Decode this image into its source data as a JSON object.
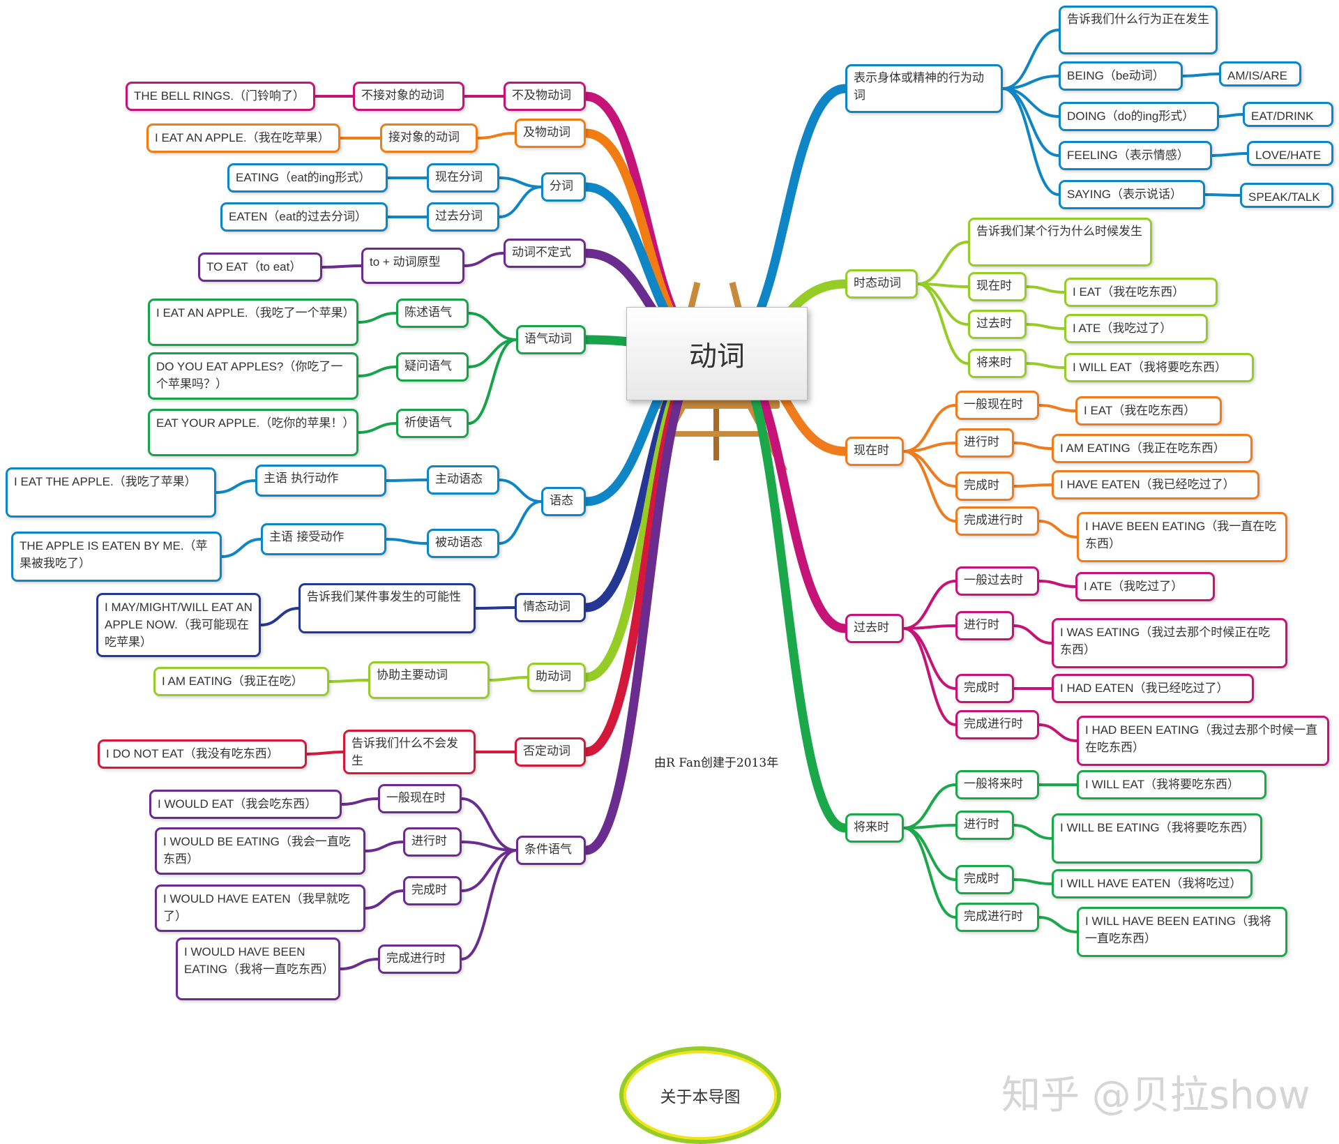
{
  "center": {
    "label": "动词"
  },
  "credit": "由R Fan创建于2013年",
  "about": "关于本导图",
  "watermark": "知乎 @贝拉show",
  "colors": {
    "vinfo": "#0e85c4",
    "tense": "#95cd26",
    "present": "#ef7b1c",
    "past": "#c51377",
    "future": "#1ba84a",
    "intrans": "#c51377",
    "trans": "#f07c12",
    "participle": "#0e85c4",
    "infinitive": "#6a2c8f",
    "mood": "#16a34a",
    "voice": "#0e85c4",
    "modal": "#253794",
    "aux": "#95cd26",
    "neg": "#d4183a",
    "cond": "#6a2c8f"
  },
  "nodes": {
    "intrans": "不及物动词",
    "intrans_d": "不接对象的动词",
    "intrans_e": "THE BELL RINGS.（门铃响了）",
    "trans": "及物动词",
    "trans_d": "接对象的动词",
    "trans_e": "I EAT AN APPLE.（我在吃苹果）",
    "part": "分词",
    "part_pres": "现在分词",
    "part_pres_e": "EATING（eat的ing形式）",
    "part_past": "过去分词",
    "part_past_e": "EATEN（eat的过去分词）",
    "inf": "动词不定式",
    "inf_d": "to + 动词原型",
    "inf_e": "TO EAT（to eat）",
    "mood": "语气动词",
    "mood_ind": "陈述语气",
    "mood_ind_e": "I EAT AN APPLE.（我吃了一个苹果）",
    "mood_int": "疑问语气",
    "mood_int_e": "DO YOU EAT APPLES?（你吃了一个苹果吗？）",
    "mood_imp": "祈使语气",
    "mood_imp_e": "EAT YOUR APPLE.（吃你的苹果！）",
    "voice": "语态",
    "voice_act": "主动语态",
    "voice_act_d": "主语 执行动作",
    "voice_act_e": "I EAT THE APPLE.（我吃了苹果）",
    "voice_pas": "被动语态",
    "voice_pas_d": "主语 接受动作",
    "voice_pas_e": "THE APPLE IS EATEN BY ME.（苹果被我吃了）",
    "modal": "情态动词",
    "modal_d": "告诉我们某件事发生的可能性",
    "modal_e": "I MAY/MIGHT/WILL EAT AN APPLE NOW.（我可能现在吃苹果）",
    "aux": "助动词",
    "aux_d": "协助主要动词",
    "aux_e": "I AM EATING（我正在吃）",
    "neg": "否定动词",
    "neg_d": "告诉我们什么不会发生",
    "neg_e": "I DO NOT EAT（我没有吃东西）",
    "cond": "条件语气",
    "cond_1": "一般现在时",
    "cond_1_e": "I WOULD EAT（我会吃东西）",
    "cond_2": "进行时",
    "cond_2_e": "I WOULD BE EATING（我会一直吃东西）",
    "cond_3": "完成时",
    "cond_3_e": "I WOULD HAVE EATEN（我早就吃了）",
    "cond_4": "完成进行时",
    "cond_4_e": "I WOULD HAVE BEEN EATING（我将一直吃东西）",
    "vinfo": "表示身体或精神的行为动词",
    "vinfo_d": "告诉我们什么行为正在发生",
    "being": "BEING（be动词）",
    "being_e": "AM/IS/ARE",
    "doing": "DOING（do的ing形式）",
    "doing_e": "EAT/DRINK",
    "feeling": "FEELING（表示情感）",
    "feeling_e": "LOVE/HATE",
    "saying": "SAYING（表示说话）",
    "saying_e": "SPEAK/TALK",
    "tense": "时态动词",
    "tense_d": "告诉我们某个行为什么时候发生",
    "tense_pres": "现在时",
    "tense_pres_e": "I EAT（我在吃东西）",
    "tense_past": "过去时",
    "tense_past_e": "I ATE（我吃过了）",
    "tense_fut": "将来时",
    "tense_fut_e": "I WILL EAT（我将要吃东西）",
    "pres": "现在时",
    "pres_1": "一般现在时",
    "pres_1_e": "I EAT（我在吃东西）",
    "pres_2": "进行时",
    "pres_2_e": "I AM EATING（我正在吃东西）",
    "pres_3": "完成时",
    "pres_3_e": "I HAVE EATEN（我已经吃过了）",
    "pres_4": "完成进行时",
    "pres_4_e": "I HAVE BEEN EATING（我一直在吃东西）",
    "past": "过去时",
    "past_1": "一般过去时",
    "past_1_e": "I ATE（我吃过了）",
    "past_2": "进行时",
    "past_2_e": "I WAS EATING（我过去那个时候正在吃东西）",
    "past_3": "完成时",
    "past_3_e": "I HAD EATEN（我已经吃过了）",
    "past_4": "完成进行时",
    "past_4_e": "I HAD BEEN EATING（我过去那个时候一直在吃东西）",
    "fut": "将来时",
    "fut_1": "一般将来时",
    "fut_1_e": "I WILL EAT（我将要吃东西）",
    "fut_2": "进行时",
    "fut_2_e": "I WILL BE EATING（我将要吃东西）",
    "fut_3": "完成时",
    "fut_3_e": "I WILL HAVE EATEN（我将吃过）",
    "fut_4": "完成进行时",
    "fut_4_e": "I WILL HAVE BEEN EATING（我将一直吃东西）"
  }
}
